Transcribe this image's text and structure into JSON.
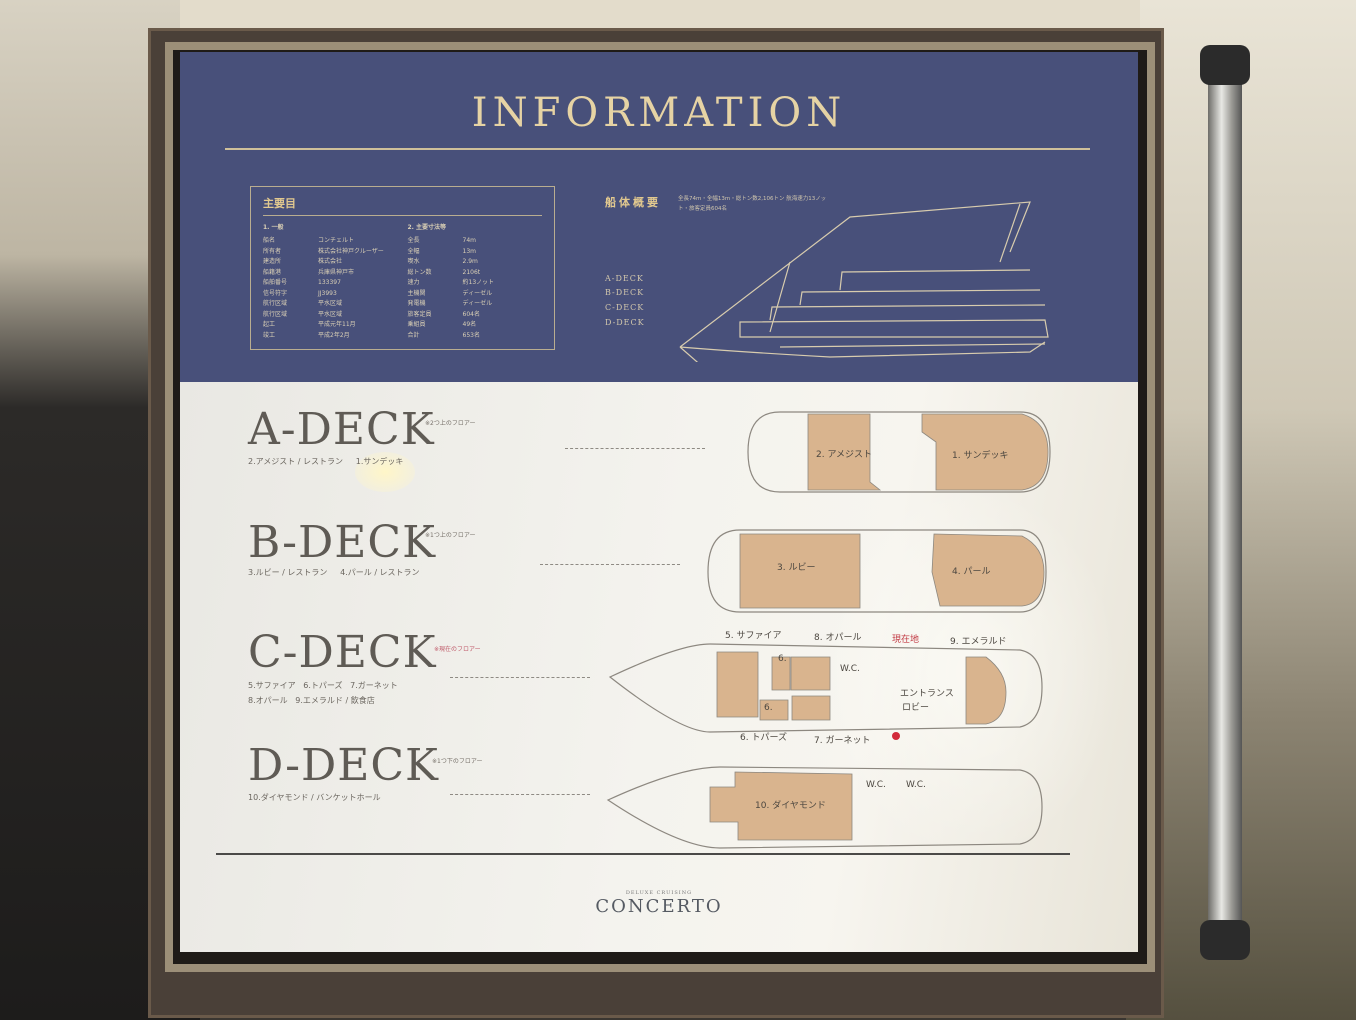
{
  "title": "INFORMATION",
  "specs": {
    "heading": "主要目",
    "general": {
      "label": "1. 一般",
      "rows": [
        [
          "船名",
          "コンチェルト"
        ],
        [
          "所有者",
          "株式会社神戸クルーザー"
        ],
        [
          "建造所",
          "株式会社"
        ],
        [
          "船籍港",
          "兵庫県神戸市"
        ],
        [
          "船舶番号",
          "133397"
        ],
        [
          "信号符字",
          "JJ3993"
        ],
        [
          "航行区域",
          "平水区域"
        ],
        [
          "航行区域",
          "平水区域"
        ],
        [
          "起工",
          "平成元年11月"
        ],
        [
          "竣工",
          "平成2年2月"
        ]
      ]
    },
    "dimensions": {
      "label": "2. 主要寸法等",
      "rows": [
        [
          "全長",
          "74m"
        ],
        [
          "全幅",
          "13m"
        ],
        [
          "喫水",
          "2.9m"
        ],
        [
          "総トン数",
          "2106t"
        ],
        [
          "速力",
          "約13ノット"
        ],
        [
          "主機関",
          "ディーゼル"
        ],
        [
          "発電機",
          "ディーゼル"
        ],
        [
          "旅客定員",
          "604名"
        ],
        [
          "乗組員",
          "49名"
        ],
        [
          "合計",
          "653名"
        ]
      ]
    }
  },
  "hull": {
    "heading": "船体概要",
    "text": "全長74m・全幅13m・総トン数2,106トン 航海速力13ノット・旅客定員604名",
    "decks": [
      "A-DECK",
      "B-DECK",
      "C-DECK",
      "D-DECK"
    ]
  },
  "decks": [
    {
      "name": "A-DECK",
      "note": "※2つ上のフロアー",
      "sub": [
        "2.アメジスト / レストラン",
        "1.サンデッキ"
      ],
      "rooms": [
        "2. アメジスト",
        "1. サンデッキ"
      ]
    },
    {
      "name": "B-DECK",
      "note": "※1つ上のフロアー",
      "sub": [
        "3.ルビー / レストラン",
        "4.パール / レストラン"
      ],
      "rooms": [
        "3. ルビー",
        "4. パール"
      ]
    },
    {
      "name": "C-DECK",
      "note": "※現在のフロアー",
      "sub": [
        "5.サファイア",
        "6.トパーズ",
        "7.ガーネット",
        "8.オパール",
        "9.エメラルド / 飲食店"
      ],
      "rooms": [
        "5. サファイア",
        "8. オパール",
        "現在地",
        "9. エメラルド",
        "6.",
        "W.C.",
        "エントランス",
        "ロビー",
        "6.",
        "6. トパーズ",
        "7. ガーネット"
      ]
    },
    {
      "name": "D-DECK",
      "note": "※1つ下のフロアー",
      "sub": [
        "10.ダイヤモンド / バンケットホール"
      ],
      "rooms": [
        "10. ダイヤモンド",
        "W.C.",
        "W.C."
      ]
    }
  ],
  "footer": {
    "tagline": "DELUXE CRUISING",
    "brand": "CONCERTO"
  },
  "colors": {
    "navy": "#48507a",
    "gold": "#e6d3a4",
    "room": "#d9b48e",
    "current": "#d22a3a"
  }
}
